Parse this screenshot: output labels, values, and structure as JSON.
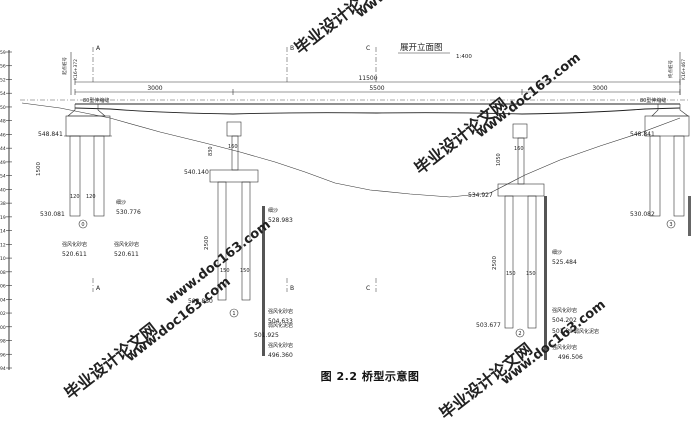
{
  "figure": {
    "title": "展开立面图",
    "scale": "1:400",
    "caption": "图 2.2 桥型示意图"
  },
  "sections": {
    "a": "A",
    "b": "B",
    "c": "C"
  },
  "stations": {
    "left_label": "起点桩号",
    "left_value": "K16+372",
    "right_label": "终点桩号",
    "right_value": "K16+467"
  },
  "dimensions": {
    "total": "11500",
    "span_left": "3000",
    "span_mid": "5500",
    "span_right": "3000",
    "expansion_joint": "80型伸缩缝",
    "abut_depth": "1500",
    "abut_pile_w1": "120",
    "abut_pile_w2": "120",
    "pier_cap": "160",
    "pier1_col": "830",
    "pier2_col": "1050",
    "pier_pile_depth": "2500",
    "pier_pile_w1": "150",
    "pier_pile_w2": "150"
  },
  "elevations": {
    "a0_top": "548.841",
    "a0_bottom": "530.081",
    "a0_right_top": "548.841",
    "a3_bottom": "530.082",
    "p1_top": "540.140",
    "p1_bottom": "508.880",
    "p2_top": "534.927",
    "p2_bottom": "503.677"
  },
  "soil": {
    "a0_layer1_name": "细沙",
    "a0_layer1_elev": "530.776",
    "a0_layer2_name_left": "强风化砂岩",
    "a0_layer2_elev_left": "520.611",
    "a0_layer2_name": "强风化砂岩",
    "a0_layer2_elev": "520.611",
    "p1_layer1_name": "细沙",
    "p1_layer1_elev": "528.983",
    "p1_layer2_name": "强风化砂岩",
    "p1_layer2_elev": "504.633",
    "p1_layer3_name": "弱风化泥岩",
    "p1_layer3_elev": "501.925",
    "p1_layer4_name": "强风化砂岩",
    "p1_layer4_elev": "496.360",
    "p2_layer1_name": "细沙",
    "p2_layer1_elev": "525.484",
    "p2_layer2_name": "强风化砂岩",
    "p2_layer2_elev": "504.202",
    "p2_layer3_name": "弱风化泥岩",
    "p2_layer3_elev": "501.891",
    "p2_layer4_name": "强风化砂岩",
    "p2_layer4_elev": "496.506"
  },
  "piers": {
    "p0": "0",
    "p1": "1",
    "p2": "2",
    "p3": "3"
  },
  "ruler": [
    "59",
    "56",
    "52",
    "54",
    "50",
    "48",
    "46",
    "44",
    "49",
    "54",
    "40",
    "38",
    "19",
    "14",
    "12",
    "10",
    "08",
    "06",
    "04",
    "02",
    "00",
    "98",
    "96",
    "94"
  ],
  "watermarks": {
    "site_name": "毕业设计论文网",
    "site_url": "www.doc163.com"
  }
}
